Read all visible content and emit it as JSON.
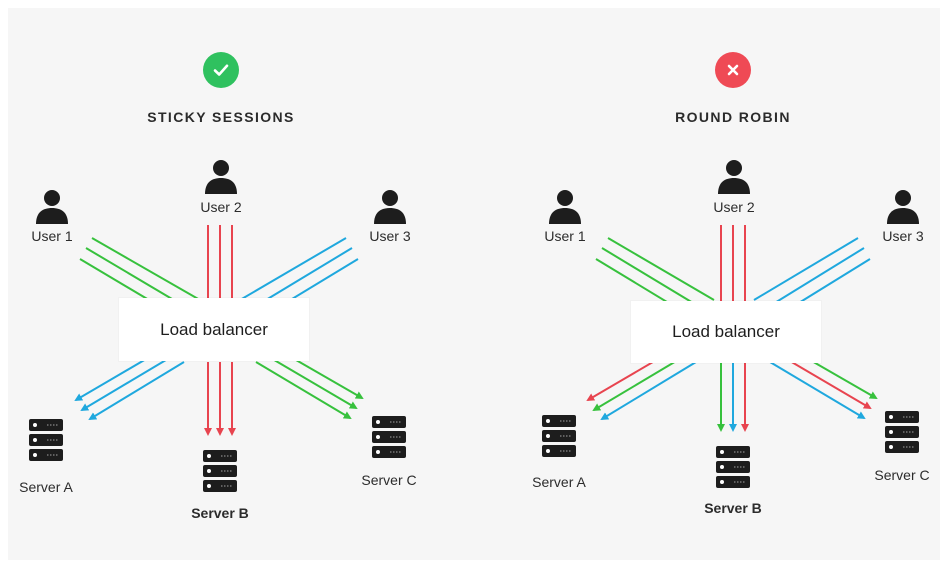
{
  "colors": {
    "green": "#37c13d",
    "red": "#e8444f",
    "blue": "#1fa8de",
    "ok_badge": "#2fc15f",
    "bad_badge": "#ef4a55",
    "dark": "#1d1d1d"
  },
  "panels": [
    {
      "status_icon": "check-icon",
      "title": "STICKY SESSIONS",
      "users": [
        "User 1",
        "User 2",
        "User 3"
      ],
      "load_balancer": "Load balancer",
      "servers": [
        "Server A",
        "Server B",
        "Server C"
      ],
      "routing": {
        "Server A": [
          "blue",
          "blue",
          "blue"
        ],
        "Server B": [
          "red",
          "red",
          "red"
        ],
        "Server C": [
          "green",
          "green",
          "green"
        ]
      }
    },
    {
      "status_icon": "cross-icon",
      "title": "ROUND ROBIN",
      "users": [
        "User 1",
        "User 2",
        "User 3"
      ],
      "load_balancer": "Load balancer",
      "servers": [
        "Server A",
        "Server B",
        "Server C"
      ],
      "routing": {
        "Server A": [
          "red",
          "green",
          "blue"
        ],
        "Server B": [
          "green",
          "blue",
          "red"
        ],
        "Server C": [
          "blue",
          "red",
          "green"
        ]
      }
    }
  ]
}
